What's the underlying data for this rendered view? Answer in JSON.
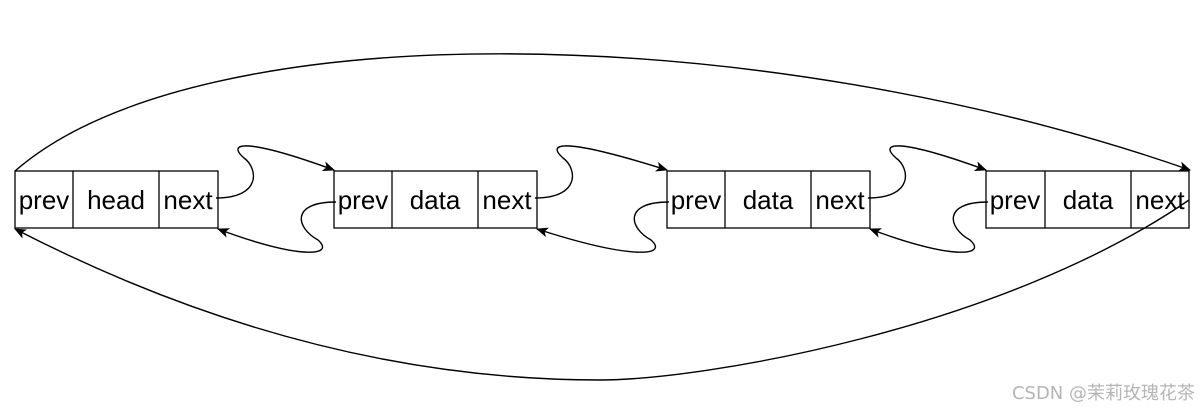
{
  "nodes": [
    {
      "cells": [
        "prev",
        "head",
        "next"
      ]
    },
    {
      "cells": [
        "prev",
        "data",
        "next"
      ]
    },
    {
      "cells": [
        "prev",
        "data",
        "next"
      ]
    },
    {
      "cells": [
        "prev",
        "data",
        "next"
      ]
    }
  ],
  "watermark": "CSDN @茉莉玫瑰花茶",
  "colors": {
    "stroke": "#000000",
    "background": "#ffffff",
    "watermark": "#b5b5b5"
  }
}
